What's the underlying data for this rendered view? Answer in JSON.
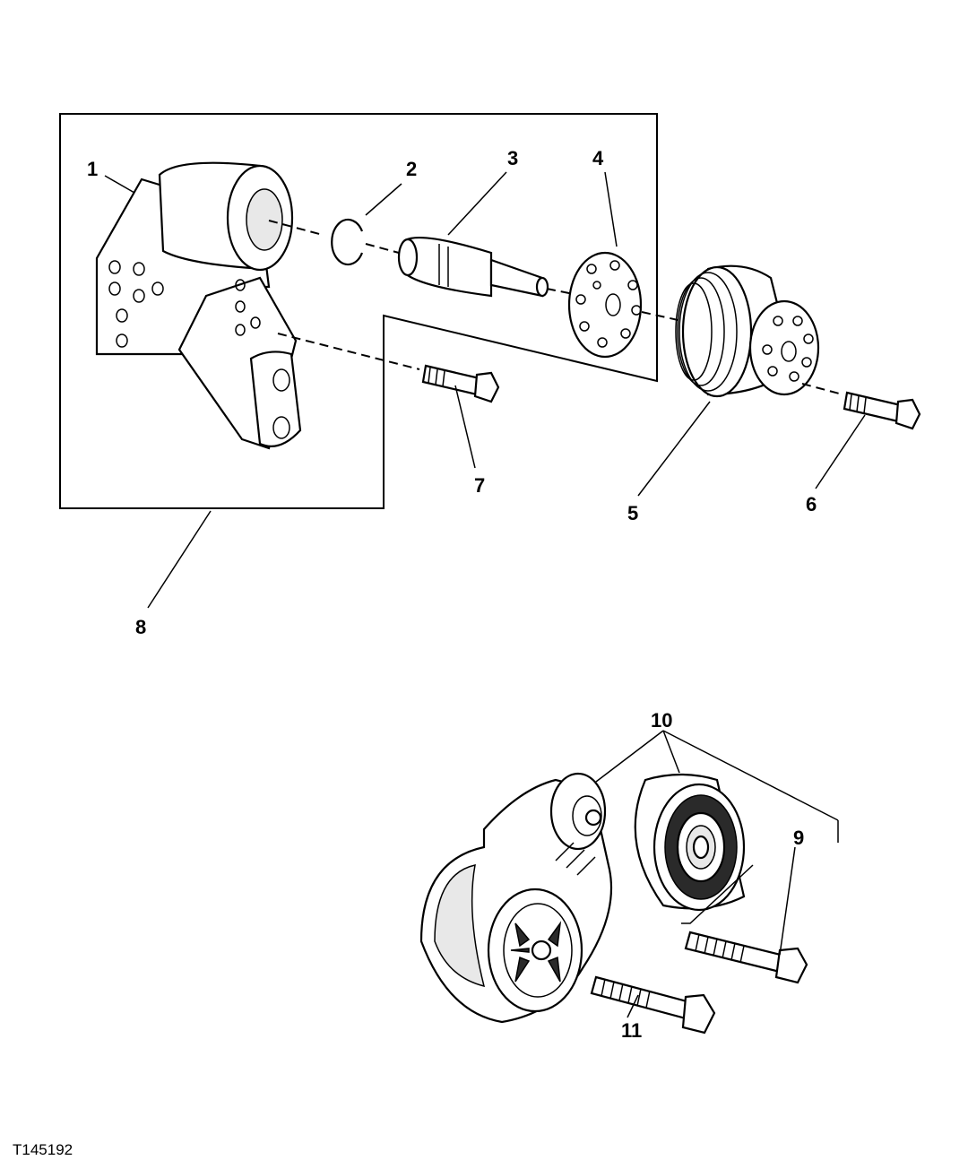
{
  "figure_id": "T145192",
  "callouts": {
    "c1": "1",
    "c2": "2",
    "c3": "3",
    "c4": "4",
    "c5": "5",
    "c6": "6",
    "c7": "7",
    "c8": "8",
    "c9": "9",
    "c10": "10",
    "c11": "11"
  },
  "parts": {
    "bracket": "mounting-bracket",
    "snap_ring": "snap-ring",
    "shaft": "idler-shaft",
    "hub": "hub-plate",
    "pulley": "grooved-pulley",
    "cap_screw_6": "cap-screw",
    "cap_screw_7": "cap-screw",
    "tensioner": "belt-tensioner",
    "idler": "idler-pulley",
    "cap_screw_9": "cap-screw",
    "cap_screw_11": "cap-screw"
  }
}
